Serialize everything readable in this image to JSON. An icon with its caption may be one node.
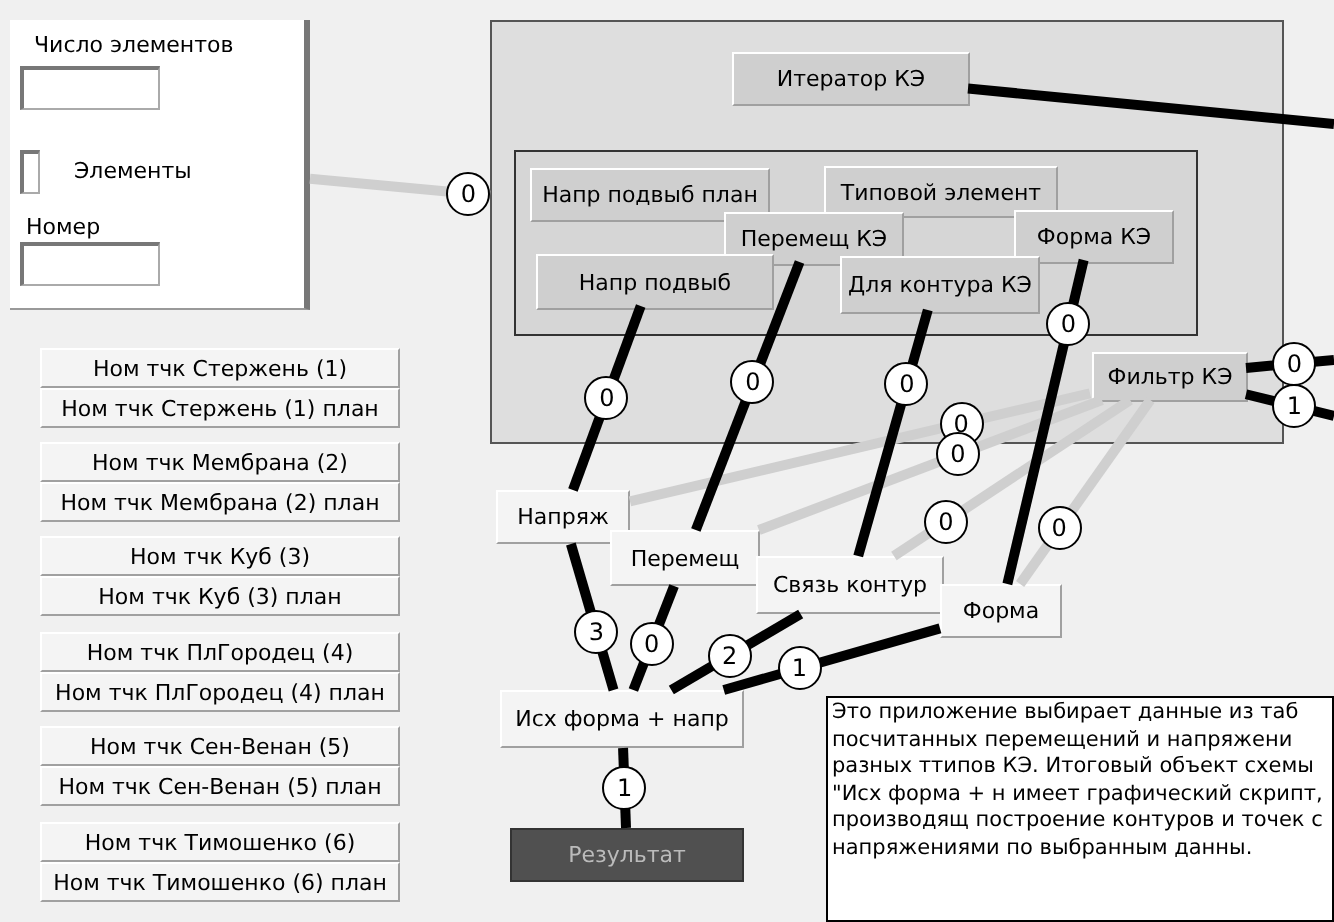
{
  "diagram": {
    "nodes": [
      {
        "text": [],
        "shape": "box"
      },
      {
        "text": [
          "Итератор КЭ"
        ],
        "in": 0
      },
      {
        "text": [],
        "shape": "box",
        "in": 0
      },
      {
        "text": [
          "Напр подвыб план"
        ],
        "in": 2
      },
      {
        "text": [
          "Типовой элемент"
        ],
        "in": 2
      },
      {
        "text": [
          "Перемещ КЭ"
        ],
        "in": 2
      },
      {
        "text": [
          "Форма КЭ"
        ],
        "in": 2
      },
      {
        "text": [
          "Напр подвыб"
        ],
        "in": 2
      },
      {
        "text": [
          "Для контура КЭ"
        ],
        "in": 2
      },
      {
        "text": [
          "Фильтр КЭ"
        ],
        "in": 0
      },
      {
        "text": [
          "Напряж"
        ]
      },
      {
        "text": [
          "Перемещ"
        ]
      },
      {
        "text": [
          "Связь контур"
        ]
      },
      {
        "text": [
          "Форма"
        ]
      },
      {
        "text": [
          "Исх форма + напр"
        ]
      },
      {
        "text": [
          "Результат"
        ]
      },
      {
        "text": [
          "Число элементов",
          "Элементы",
          "Номер"
        ]
      },
      {
        "text": [
          "Ном тчк Стержень (1)"
        ]
      },
      {
        "text": [
          "Ном тчк Стержень (1) план"
        ]
      },
      {
        "text": [
          "Ном тчк Мембрана (2)"
        ]
      },
      {
        "text": [
          "Ном тчк Мембрана (2) план"
        ]
      },
      {
        "text": [
          "Ном тчк Куб (3)"
        ]
      },
      {
        "text": [
          "Ном тчк Куб (3) план"
        ]
      },
      {
        "text": [
          "Ном тчк ПлГородец (4)"
        ]
      },
      {
        "text": [
          "Ном тчк ПлГородец (4) план"
        ]
      },
      {
        "text": [
          "Ном тчк Сен-Венан (5)"
        ]
      },
      {
        "text": [
          "Ном тчк Сен-Венан (5) план"
        ]
      },
      {
        "text": [
          "Ном тчк Тимошенко (6)"
        ]
      },
      {
        "text": [
          "Ном тчк Тимошенко (6) план"
        ]
      },
      {
        "text": [
          "Это приложение выбирает данные из таб посчитанных перемещений и напряжени разных ттипов КЭ. Итоговый объект схемы \"Исх форма + н имеет графический скрипт, производящ построение контуров и точек с напряжениями по выбранным данны."
        ]
      }
    ],
    "edges": [
      {
        "from": 16,
        "to": 0,
        "arrow": "none",
        "label": "0",
        "color": "#cfcfcf"
      },
      {
        "from": 10,
        "to": 9,
        "arrow": "none",
        "label": "0",
        "color": "#cfcfcf"
      },
      {
        "from": 11,
        "to": 9,
        "arrow": "none",
        "label": "0",
        "color": "#cfcfcf"
      },
      {
        "from": 12,
        "to": 9,
        "arrow": "none",
        "label": "0",
        "color": "#cfcfcf"
      },
      {
        "from": 13,
        "to": 9,
        "arrow": "none",
        "label": "0",
        "color": "#cfcfcf"
      },
      {
        "from": 7,
        "to": 10,
        "arrow": "none",
        "label": "0"
      },
      {
        "from": 5,
        "to": 11,
        "arrow": "none",
        "label": "0"
      },
      {
        "from": 8,
        "to": 12,
        "arrow": "none",
        "label": "0"
      },
      {
        "from": 6,
        "to": 13,
        "arrow": "none",
        "label": "0"
      },
      {
        "from": 10,
        "to": 14,
        "arrow": "none",
        "label": "3"
      },
      {
        "from": 11,
        "to": 14,
        "arrow": "none",
        "label": "0"
      },
      {
        "from": 12,
        "to": 14,
        "arrow": "none",
        "label": "2"
      },
      {
        "from": 13,
        "to": 14,
        "arrow": "none",
        "label": "1"
      },
      {
        "from": 14,
        "to": 15,
        "arrow": "none",
        "label": "1"
      },
      {
        "from": 1,
        "to": null,
        "arrow": "none"
      },
      {
        "from": 9,
        "to": null,
        "arrow": "none",
        "label": "0"
      },
      {
        "from": 9,
        "to": null,
        "arrow": "none",
        "label": "1"
      }
    ]
  }
}
